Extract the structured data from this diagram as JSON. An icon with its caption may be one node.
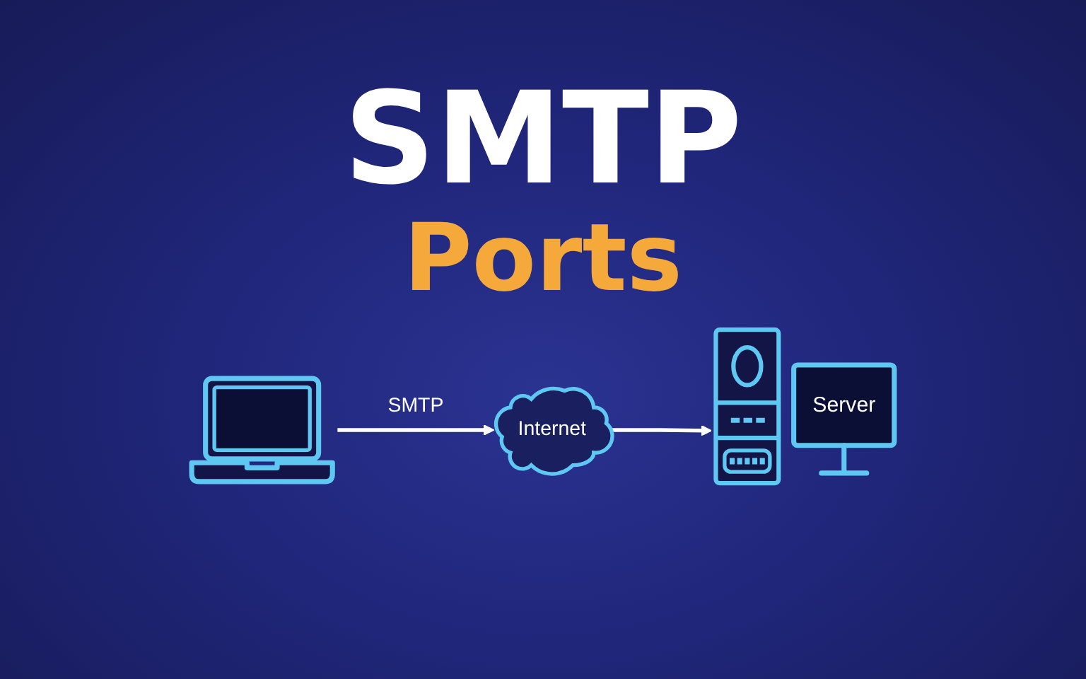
{
  "diagram": {
    "title": "SMTP Ports",
    "nodes": [
      {
        "text": [],
        "shape": "picture"
      },
      {
        "text": [
          "Internet"
        ]
      },
      {
        "text": [
          "Server"
        ]
      }
    ],
    "edges": [
      {
        "from": 0,
        "to": 1,
        "arrow": "to",
        "label": "SMTP"
      },
      {
        "from": 1,
        "to": 2,
        "arrow": "to"
      }
    ]
  }
}
